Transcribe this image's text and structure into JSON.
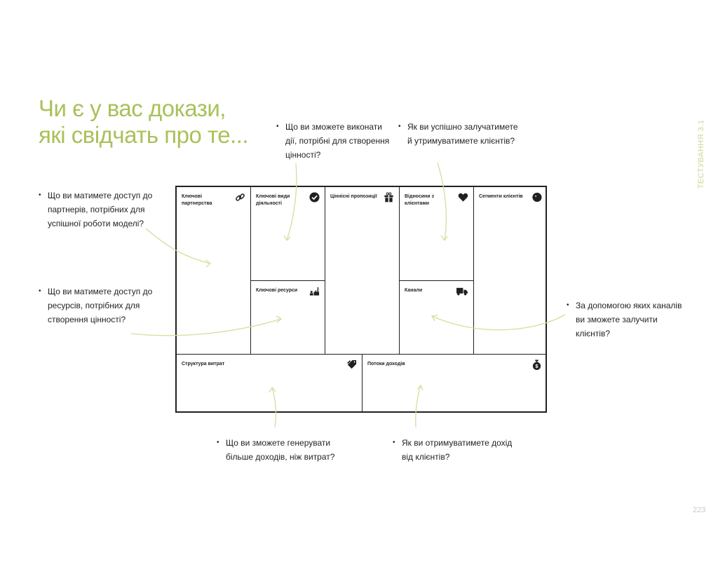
{
  "title": {
    "line1": "Чи є у вас докази,",
    "line2": "які свідчать про те..."
  },
  "side_tag": "ТЕСТУВАННЯ 3.1",
  "page_number": "223",
  "accent_color": "#a9c15a",
  "questions": {
    "key_activities": "Що ви зможете виконати\nдії, потрібні для створення\nцінності?",
    "customer_relationships": "Як ви успішно залучатимете\nй утримуватимете клієнтів?",
    "key_partners": "Що ви матимете доступ до\nпартнерів, потрібних для\nуспішної роботи моделі?",
    "key_resources": "Що ви матимете доступ до\nресурсів, потрібних для\nстворення цінності?",
    "channels": "За допомогою яких каналів\nви зможете залучити\nклієнтів?",
    "cost_structure": "Що ви зможете генерувати\nбільше доходів, ніж витрат?",
    "revenue_streams": "Як ви отримуватимете дохід\nвід клієнтів?"
  },
  "bullet": "•",
  "canvas": {
    "key_partners": {
      "label": "Ключові партнерства",
      "icon": "link-icon"
    },
    "key_activities": {
      "label": "Ключові види діяльності",
      "icon": "checkmark-circle-icon"
    },
    "value_propositions": {
      "label": "Ціннісні пропозиції",
      "icon": "gift-icon"
    },
    "customer_relationships": {
      "label": "Відносини з клієнтами",
      "icon": "heart-icon"
    },
    "customer_segments": {
      "label": "Сегменти клієнтів",
      "icon": "face-icon"
    },
    "key_resources": {
      "label": "Ключові ресурси",
      "icon": "factory-icon"
    },
    "channels": {
      "label": "Канали",
      "icon": "truck-icon"
    },
    "cost_structure": {
      "label": "Структура витрат",
      "icon": "price-tag-icon"
    },
    "revenue_streams": {
      "label": "Потоки доходів",
      "icon": "money-bag-icon"
    }
  }
}
